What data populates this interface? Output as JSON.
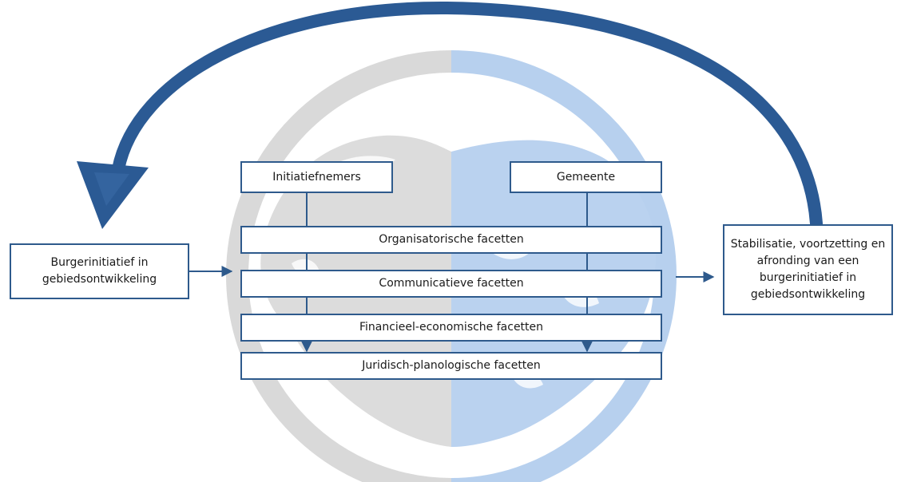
{
  "colors": {
    "primary": "#2e5a8c",
    "arrow_dark": "#2b5a94",
    "globe_grey": "#d9d9d9",
    "globe_blue": "#b7d0ee",
    "text": "#1a1a1a"
  },
  "actors": {
    "left": "Initiatiefnemers",
    "right": "Gemeente"
  },
  "facets": [
    "Organisatorische facetten",
    "Communicatieve facetten",
    "Financieel-economische facetten",
    "Juridisch-planologische facetten"
  ],
  "input": {
    "label": "Burgerinitiatief in gebiedsontwikkeling"
  },
  "output": {
    "label": "Stabilisatie, voortzetting en afronding van een burgerinitiatief in gebiedsontwikkeling"
  },
  "icons": {
    "background": "globe-icon",
    "cycle": "cycle-arrow-icon"
  }
}
